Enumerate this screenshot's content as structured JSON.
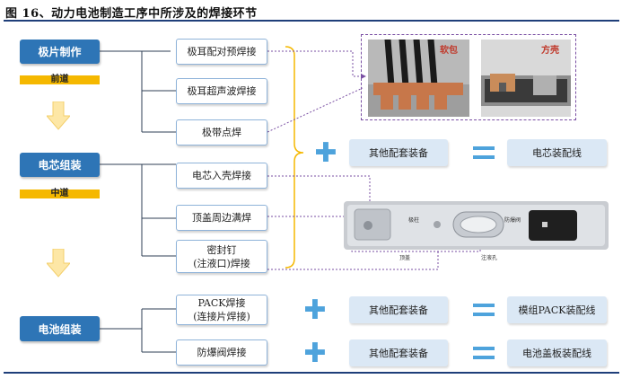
{
  "title": "图 16、动力电池制造工序中所涉及的焊接环节",
  "stages": {
    "electrode": "极片制作",
    "cell": "电芯组装",
    "battery": "电池组装"
  },
  "phase_labels": {
    "front": "前道",
    "middle": "中道"
  },
  "weld_steps": [
    "极耳配对预焊接",
    "极耳超声波焊接",
    "极带点焊",
    "电芯入壳焊接",
    "顶盖周边满焊",
    "密封钉",
    "(注液口)焊接"
  ],
  "pack_weld": {
    "line1": "PACK焊接",
    "line2": "(连接片焊接)"
  },
  "vent_weld": "防爆阀焊接",
  "equipment": "其他配套装备",
  "results": {
    "cell_line": "电芯装配线",
    "module_line": "模组PACK装配线",
    "cover_line": "电池盖板装配线"
  },
  "photo_labels": {
    "soft": "软包",
    "square": "方壳"
  },
  "cap_labels": {
    "pole": "极柱",
    "vent": "防爆阀",
    "cap": "顶盖",
    "hole": "注液孔"
  },
  "colors": {
    "stage_blue": "#2e75b6",
    "phase_yellow": "#f5b800",
    "accent_blue": "#4ea3dc",
    "dashed_purple": "#7a4fa3",
    "light_blue_box": "#dbe8f5"
  }
}
